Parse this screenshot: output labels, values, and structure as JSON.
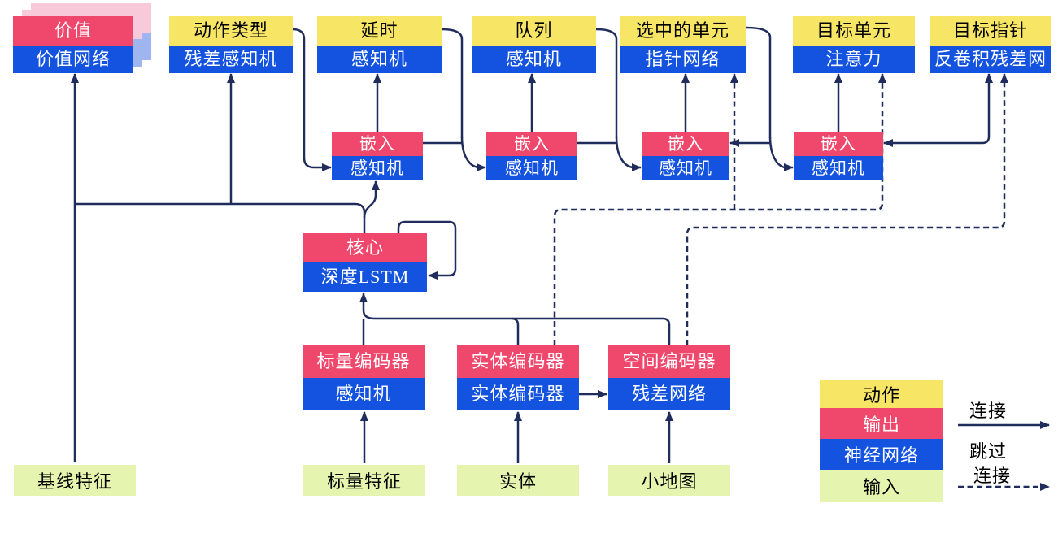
{
  "colors": {
    "action_yellow": "#F7E566",
    "output_pink": "#F0486C",
    "network_blue": "#1353E0",
    "input_green": "#E5F5AF",
    "line_navy": "#1F2C5C",
    "ghost_pink": "#F8C9D9",
    "ghost_blue": "#9FB5F0"
  },
  "heads": [
    {
      "output": "价值",
      "network": "价值网络"
    },
    {
      "action": "动作类型",
      "network": "残差感知机"
    },
    {
      "action": "延时",
      "network": "感知机"
    },
    {
      "action": "队列",
      "network": "感知机"
    },
    {
      "action": "选中的单元",
      "network": "指针网络"
    },
    {
      "action": "目标单元",
      "network": "注意力"
    },
    {
      "action": "目标指针",
      "network": "反卷积残差网"
    }
  ],
  "embeds": [
    {
      "output": "嵌入",
      "network": "感知机"
    },
    {
      "output": "嵌入",
      "network": "感知机"
    },
    {
      "output": "嵌入",
      "network": "感知机"
    },
    {
      "output": "嵌入",
      "network": "感知机"
    }
  ],
  "core": {
    "output": "核心",
    "network": "深度LSTM"
  },
  "encoders": [
    {
      "output": "标量编码器",
      "network": "感知机"
    },
    {
      "output": "实体编码器",
      "network": "实体编码器"
    },
    {
      "output": "空间编码器",
      "network": "残差网络"
    }
  ],
  "inputs": [
    "基线特征",
    "标量特征",
    "实体",
    "小地图"
  ],
  "legend": {
    "action": "动作",
    "output": "输出",
    "network": "神经网络",
    "input": "输入",
    "solid": "连接",
    "dashed_line1": "跳过",
    "dashed_line2": "连接"
  }
}
